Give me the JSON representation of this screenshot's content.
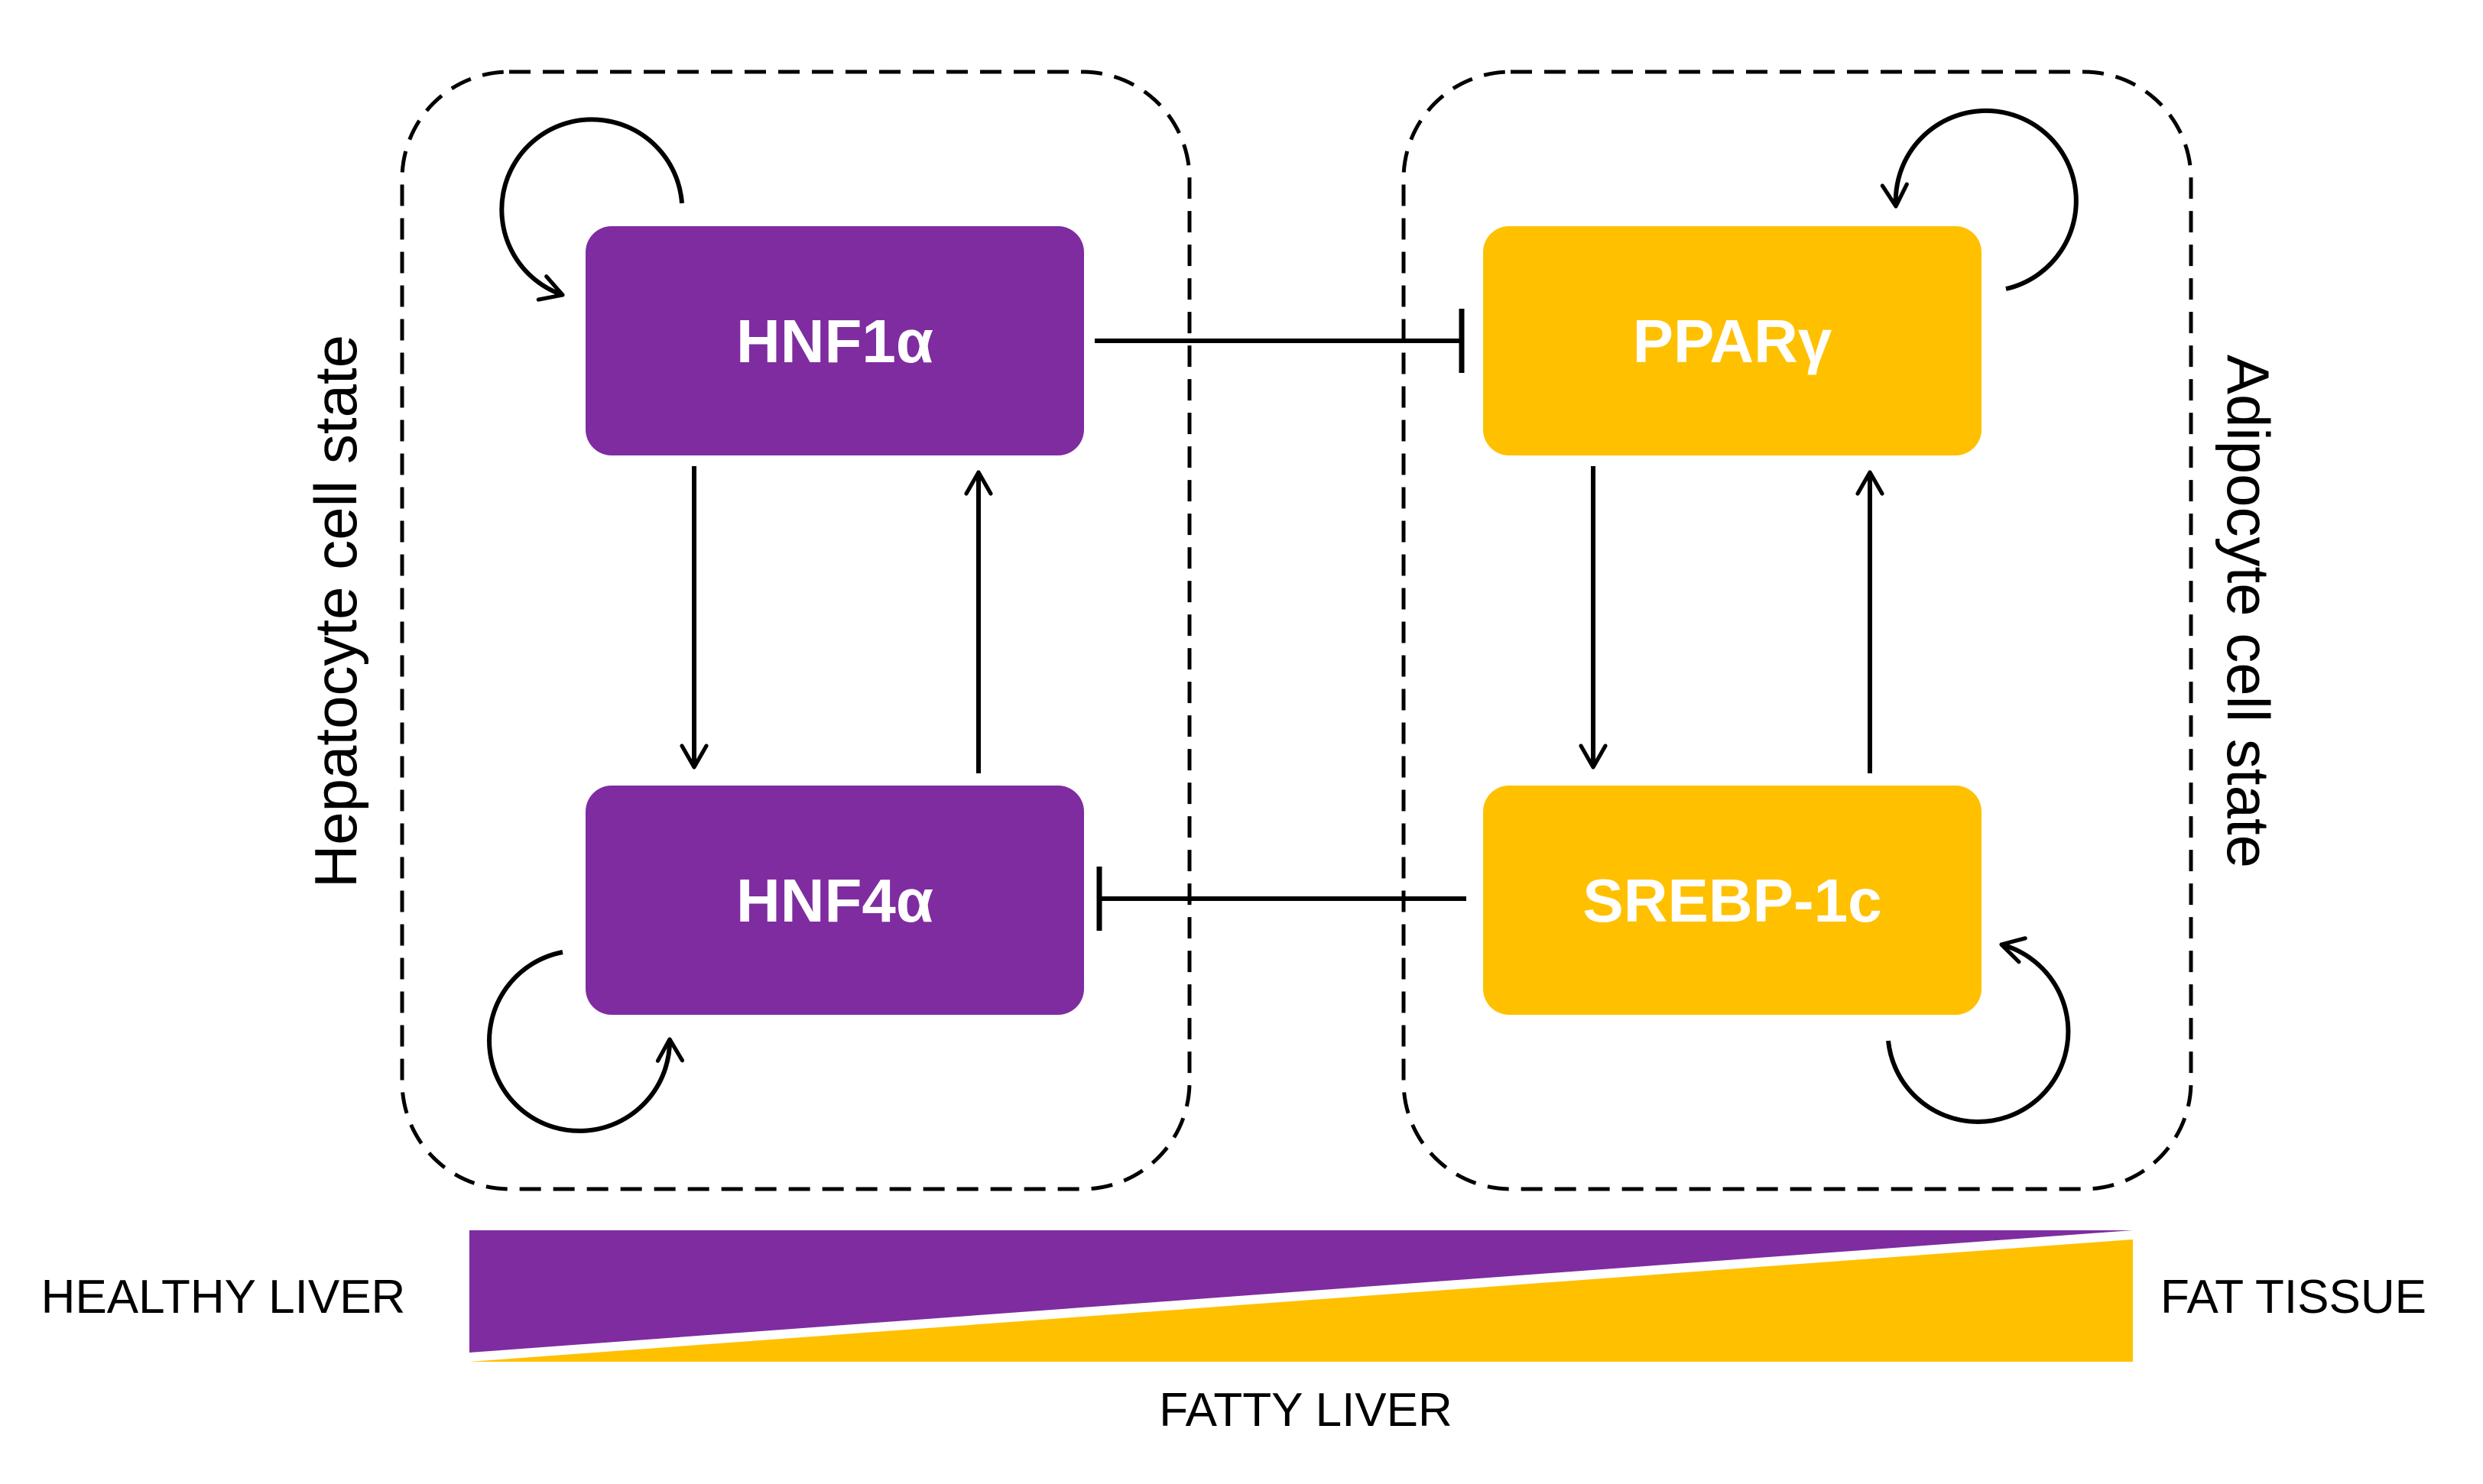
{
  "colors": {
    "hepatocyte": "#7F2CA0",
    "adipocyte": "#FFC000",
    "line": "#000000",
    "background": "#FFFFFF"
  },
  "groups": {
    "hepatocyte": {
      "label": "Hepatocyte cell state"
    },
    "adipocyte": {
      "label": "Adipocyte cell state"
    }
  },
  "nodes": {
    "hnf1a": {
      "label": "HNF1α"
    },
    "hnf4a": {
      "label": "HNF4α"
    },
    "pparg": {
      "label": "PPARγ"
    },
    "srebp1c": {
      "label": "SREBP-1c"
    }
  },
  "edges": [
    {
      "from": "HNF1α",
      "to": "HNF4α",
      "type": "activation"
    },
    {
      "from": "HNF4α",
      "to": "HNF1α",
      "type": "activation"
    },
    {
      "from": "PPARγ",
      "to": "SREBP-1c",
      "type": "activation"
    },
    {
      "from": "SREBP-1c",
      "to": "PPARγ",
      "type": "activation"
    },
    {
      "from": "HNF1α",
      "to": "PPARγ",
      "type": "inhibition"
    },
    {
      "from": "SREBP-1c",
      "to": "HNF4α",
      "type": "inhibition"
    },
    {
      "from": "HNF1α",
      "to": "HNF1α",
      "type": "self-activation"
    },
    {
      "from": "HNF4α",
      "to": "HNF4α",
      "type": "self-activation"
    },
    {
      "from": "PPARγ",
      "to": "PPARγ",
      "type": "self-activation"
    },
    {
      "from": "SREBP-1c",
      "to": "SREBP-1c",
      "type": "self-activation"
    }
  ],
  "scale": {
    "left_label": "HEALTHY LIVER",
    "middle_label": "FATTY LIVER",
    "right_label": "FAT TISSUE"
  }
}
